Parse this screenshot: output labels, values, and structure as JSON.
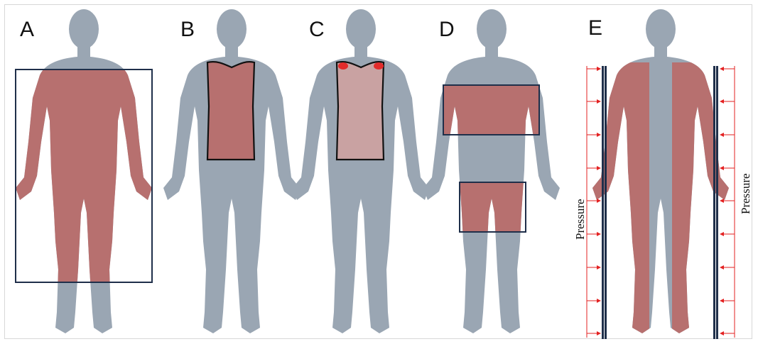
{
  "panels": [
    {
      "label": "A"
    },
    {
      "label": "B"
    },
    {
      "label": "C"
    },
    {
      "label": "D"
    },
    {
      "label": "E"
    }
  ],
  "pressure": {
    "left_label": "Pressure",
    "right_label": "Pressure"
  },
  "colors": {
    "body": "#9aa6b3",
    "body_edge": "#8a96a3",
    "highlight": "#b7706f",
    "highlight_light": "#c9a2a2",
    "frame": "#1f2f4a",
    "contact": "#e32b2b",
    "arrow": "#e32222"
  }
}
